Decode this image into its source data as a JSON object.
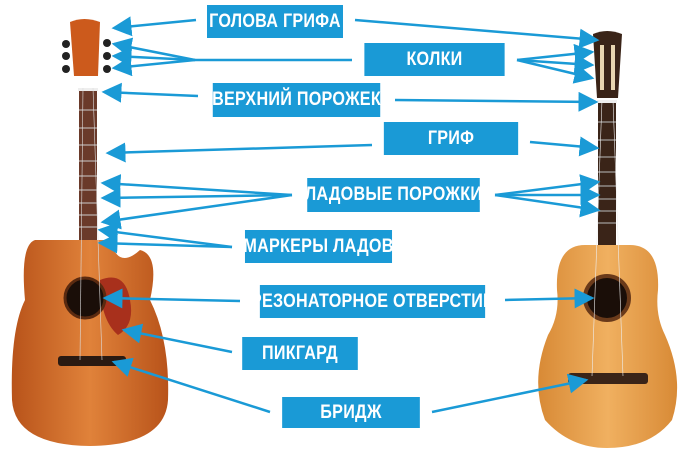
{
  "colors": {
    "accent": "#1a9ad6",
    "acoustic_body": "#d9742a",
    "classical_body": "#e8a04a",
    "pickguard": "#a8301c"
  },
  "labels": {
    "headstock": "ГОЛОВА ГРИФА",
    "tuners": "КОЛКИ",
    "nut": "ВЕРХНИЙ ПОРОЖЕК",
    "neck": "ГРИФ",
    "frets": "ЛАДОВЫЕ ПОРОЖКИ",
    "fret_markers": "МАРКЕРЫ ЛАДОВ",
    "soundhole": "РЕЗОНАТОРНОЕ ОТВЕРСТИЕ",
    "pickguard": "ПИКГАРД",
    "bridge": "БРИДЖ"
  }
}
